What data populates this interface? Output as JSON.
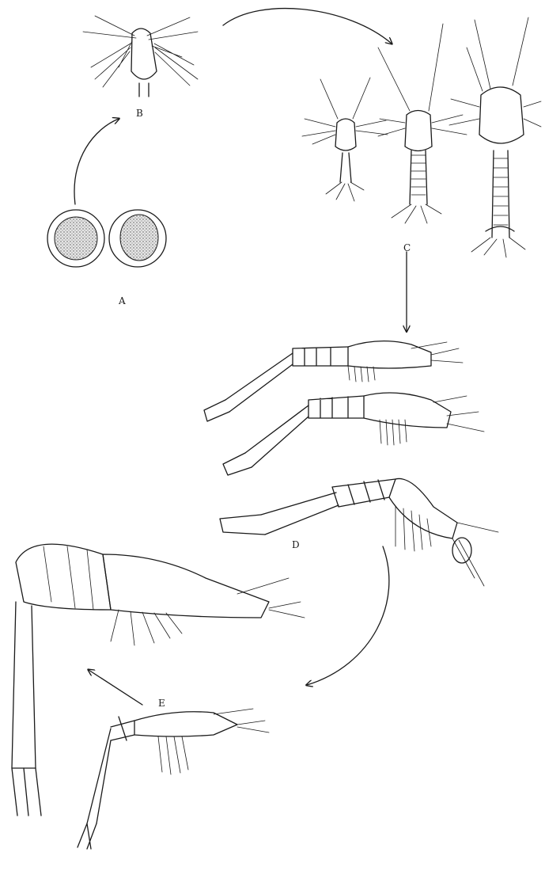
{
  "figure": {
    "stage_labels": {
      "a": "A",
      "b": "B",
      "c": "C",
      "d": "D",
      "e": "E"
    },
    "colors": {
      "ink": "#1a1a1a",
      "background": "#ffffff",
      "stipple": "#bdbdbd"
    }
  }
}
